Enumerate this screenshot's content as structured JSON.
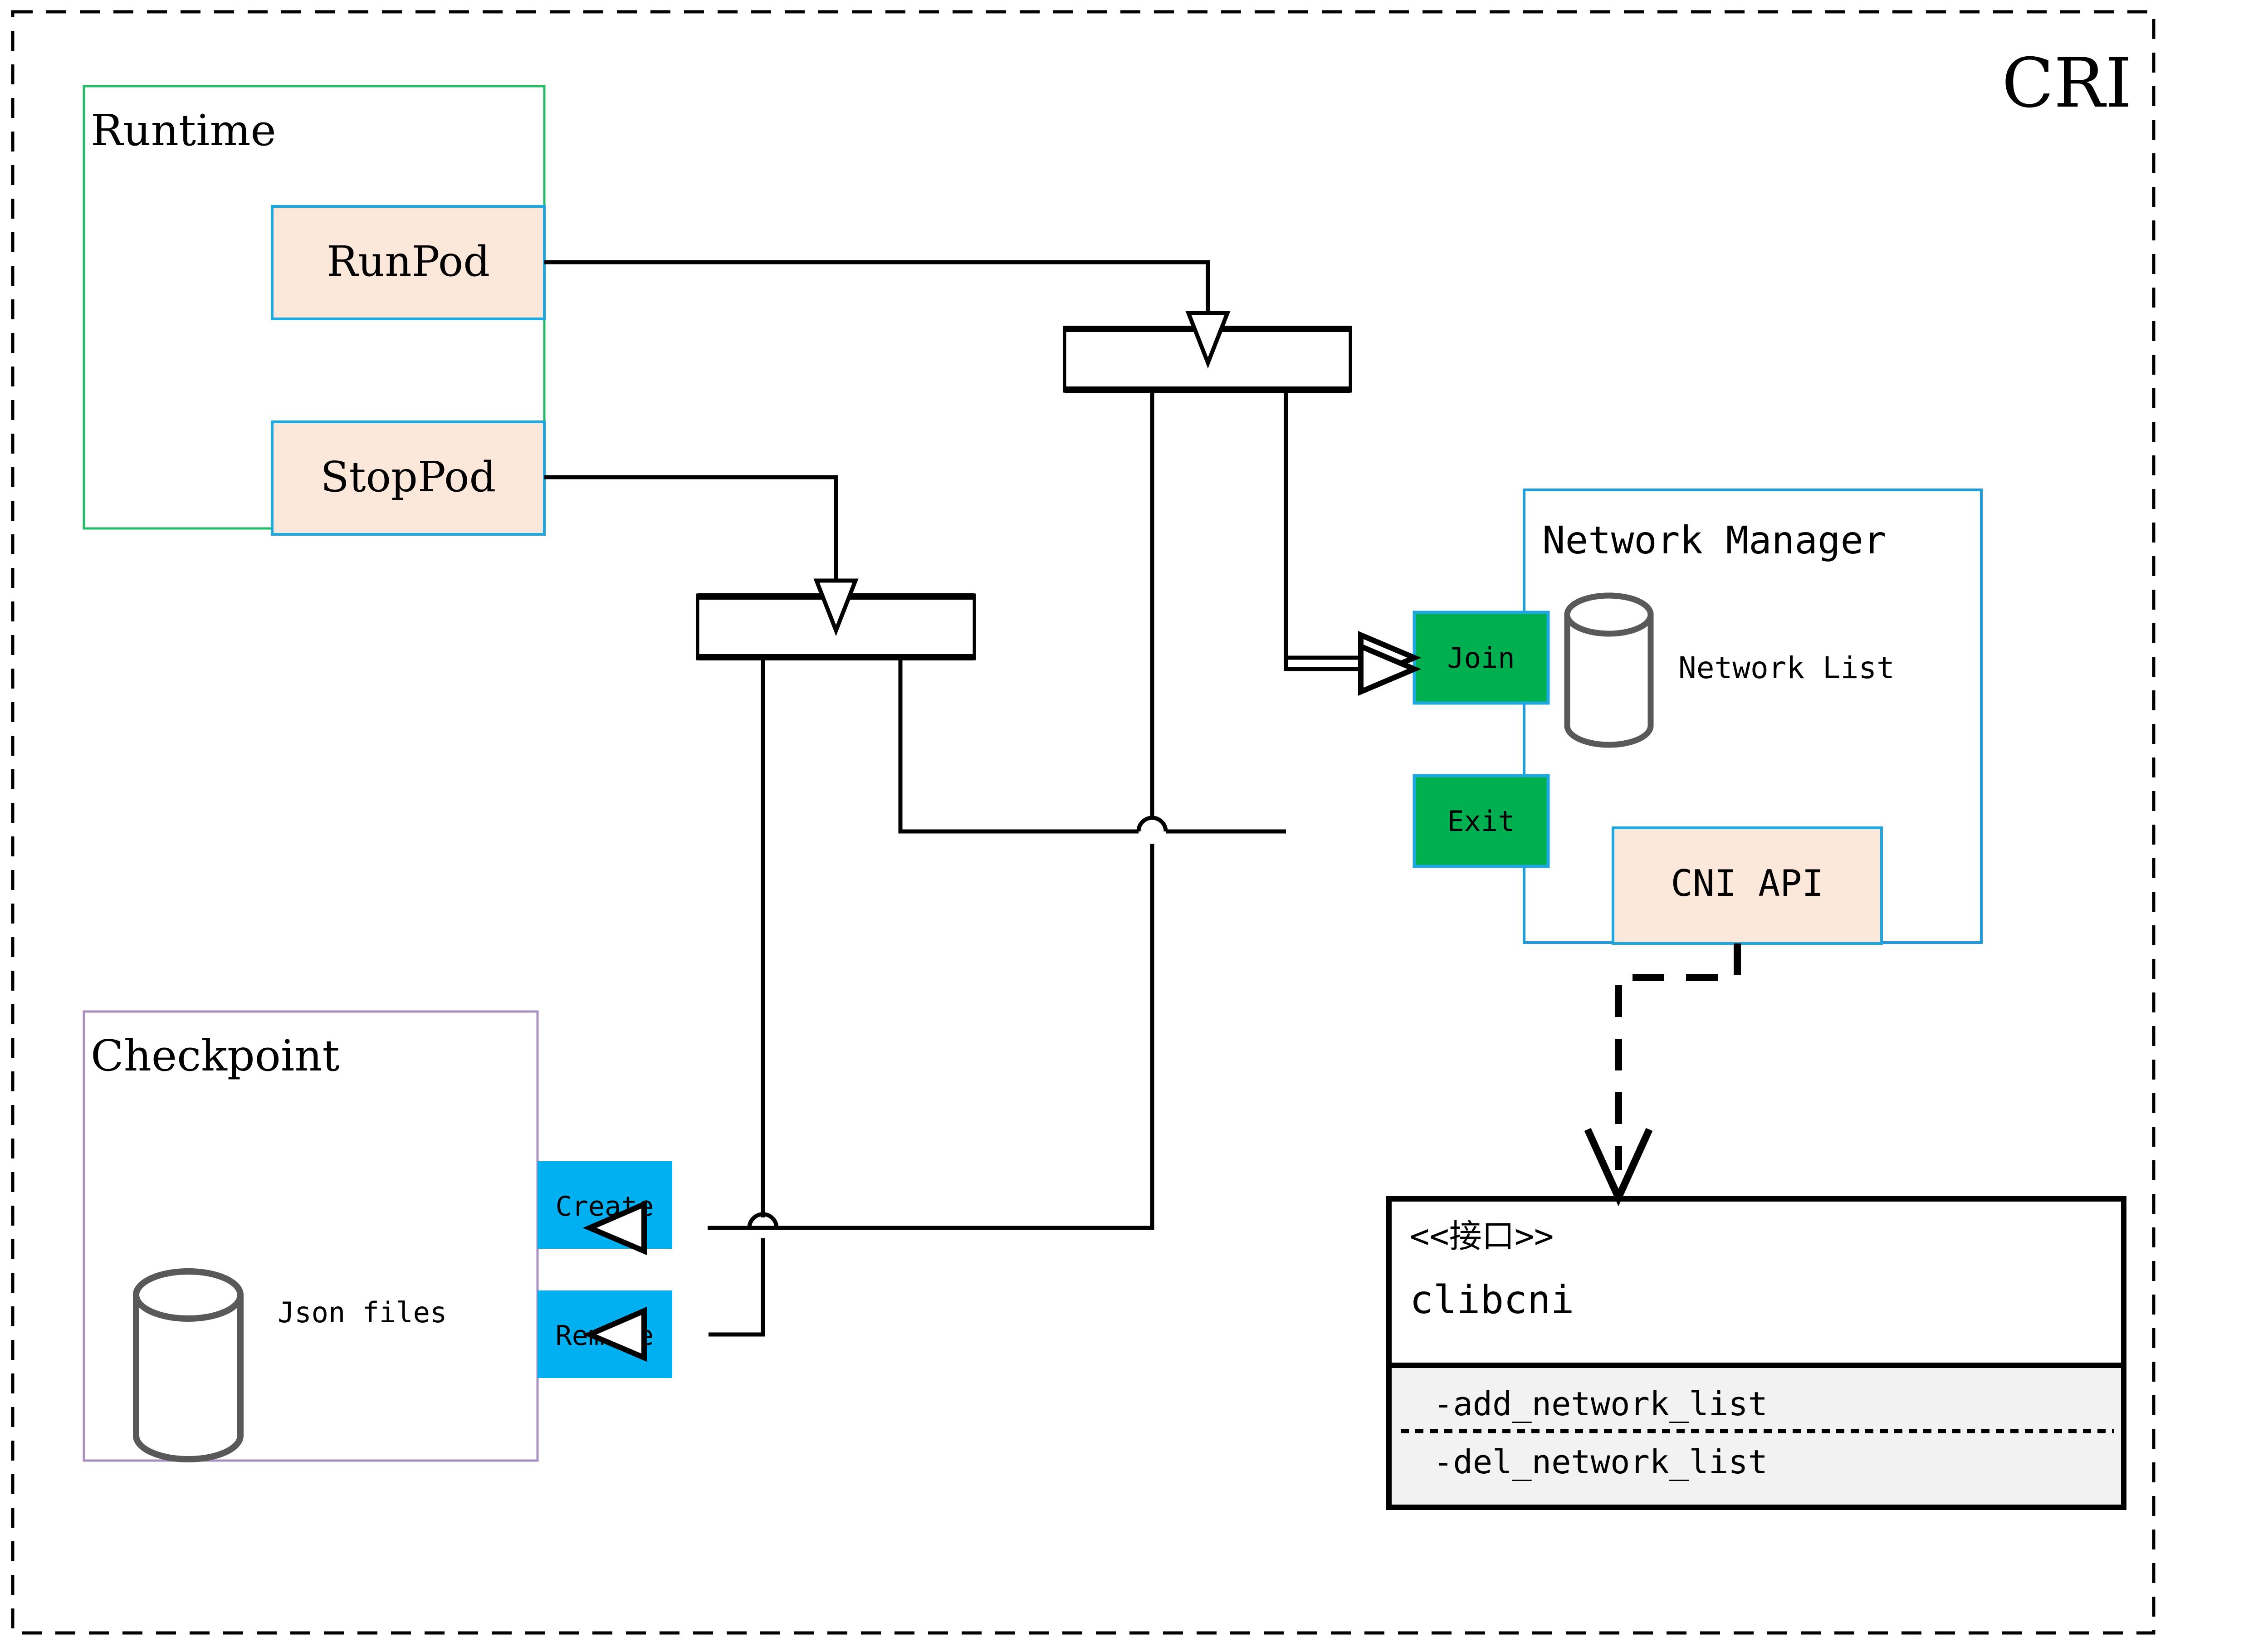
{
  "diagram": {
    "title": "CRI",
    "title_color": "#8a6d09",
    "frame": {
      "style": "dashed",
      "color": "#000000"
    },
    "groups": [
      {
        "id": "runtime",
        "label": "Runtime",
        "border_color": "#22bb66"
      },
      {
        "id": "checkpoint",
        "label": "Checkpoint",
        "border_color": "#a98fc0"
      },
      {
        "id": "netmgr",
        "label": "Network Manager",
        "border_color": "#1f9bdd"
      }
    ],
    "runtime_methods": [
      {
        "id": "runpod",
        "label": "RunPod",
        "fill": "#fce8da",
        "border": "#1fa8e0"
      },
      {
        "id": "stoppod",
        "label": "StopPod",
        "fill": "#fce8da",
        "border": "#1fa8e0"
      }
    ],
    "network_ports": [
      {
        "id": "join",
        "label": "Join",
        "fill": "#00b050",
        "border": "#1fa8e0"
      },
      {
        "id": "exit",
        "label": "Exit",
        "fill": "#00b050",
        "border": "#1fa8e0"
      }
    ],
    "checkpoint_ports": [
      {
        "id": "create",
        "label": "Create",
        "fill": "#00b0f0"
      },
      {
        "id": "remove",
        "label": "Remove",
        "fill": "#00b0f0"
      }
    ],
    "datastores": [
      {
        "id": "network-list",
        "label": "Network List",
        "stroke": "#595959"
      },
      {
        "id": "json-files",
        "label": "Json files",
        "stroke": "#595959"
      }
    ],
    "cni_api": {
      "label": "CNI API",
      "fill": "#fce8da",
      "border": "#1fa8e0"
    },
    "interface": {
      "stereotype": "<<接口>>",
      "name": "clibcni",
      "methods": [
        "-add_network_list",
        "-del_network_list"
      ],
      "method_fill": "#f2f2f2",
      "border": "#000000"
    },
    "forks": [
      {
        "id": "fork-run",
        "label": ""
      },
      {
        "id": "fork-stop",
        "label": ""
      }
    ]
  }
}
